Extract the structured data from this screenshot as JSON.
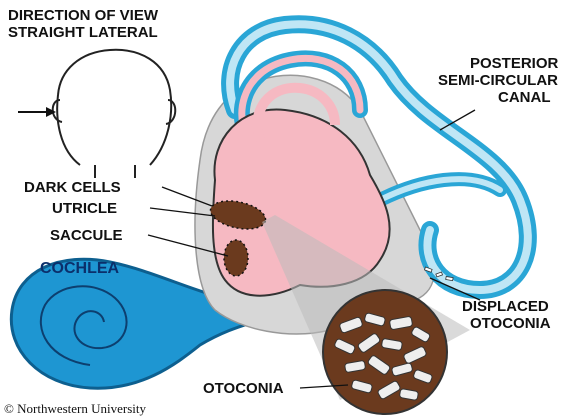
{
  "labels": {
    "direction_line1": "DIRECTION OF VIEW",
    "direction_line2": "STRAIGHT LATERAL",
    "posterior_line1": "POSTERIOR",
    "posterior_line2": "SEMI-CIRCULAR",
    "posterior_line3": "CANAL",
    "dark_cells": "DARK CELLS",
    "utricle": "UTRICLE",
    "saccule": "SACCULE",
    "cochlea": "COCHLEA",
    "displaced_line1": "DISPLACED",
    "displaced_line2": "OTOCONIA",
    "otoconia": "OTOCONIA",
    "copyright": "©  Northwestern University"
  },
  "colors": {
    "membrane_pink": "#f6b9c2",
    "canal_blue": "#2aa6d6",
    "canal_lightblue": "#bfe6f5",
    "cochlea_blue": "#1e96d2",
    "macula_brown": "#6b3a1e",
    "bone_gray": "#d7d7d7"
  }
}
